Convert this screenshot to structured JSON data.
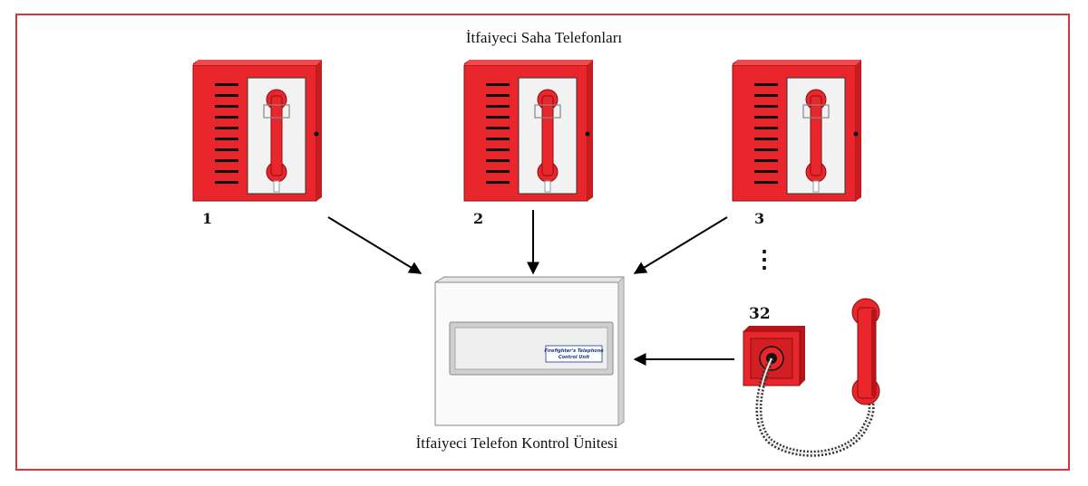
{
  "diagram": {
    "top_title": "İtfaiyeci Saha Telefonları",
    "bottom_title": "İtfaiyeci Telefon Kontrol Ünitesi",
    "phones": [
      {
        "label": "1"
      },
      {
        "label": "2"
      },
      {
        "label": "3"
      }
    ],
    "ellipsis": "⋮",
    "handset_label": "32",
    "control_unit": {
      "panel_line1": "Firefighter's Telephone",
      "panel_line2": "Control Unit"
    }
  },
  "colors": {
    "frame": "#d8323a",
    "cabinet": "#e8262b",
    "cabinet_dark": "#b3151a",
    "arrow": "#000000"
  }
}
